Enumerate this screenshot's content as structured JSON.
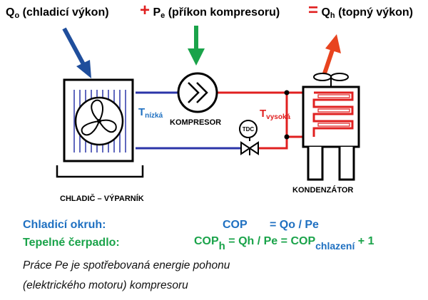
{
  "colors": {
    "blue_line": "#2b35a8",
    "red_line": "#e02020",
    "heat": "#e8441f",
    "green": "#1aa34a",
    "text_blue": "#1f70c1",
    "black": "#000000"
  },
  "top_labels": {
    "qo_main": "Q",
    "qo_sub": "o",
    "qo_text": " (chladicí výkon)",
    "plus": "+",
    "pe_main": " P",
    "pe_sub": "e",
    "pe_text": " (příkon kompresoru)",
    "equals": "=",
    "qh_main": " Q",
    "qh_sub": "h",
    "qh_text": " (topný výkon)"
  },
  "components": {
    "evaporator_label": "CHLADIČ – VÝPARNÍK",
    "compressor_label": "KOMPRESOR",
    "condenser_label": "KONDENZÁTOR",
    "valve_label": "TDC"
  },
  "temperatures": {
    "low_main": "T",
    "low_sub": "nízká",
    "high_main": "T",
    "high_sub": "vysoká"
  },
  "equations": {
    "cooling_label": "Chladicí okruh:",
    "cooling_cop": "COP",
    "cooling_rhs": "= Qo / Pe",
    "heatpump_label": "Tepelné čerpadlo:",
    "hp_cop": "COP",
    "hp_sub_h": "h",
    "hp_mid": " = Qh / Pe = COP",
    "hp_sub_cooling": "chlazení",
    "hp_end": " + 1"
  },
  "notes": {
    "line1": "Práce Pe je spotřebovaná energie pohonu",
    "line2": "(elektrického motoru) kompresoru"
  }
}
